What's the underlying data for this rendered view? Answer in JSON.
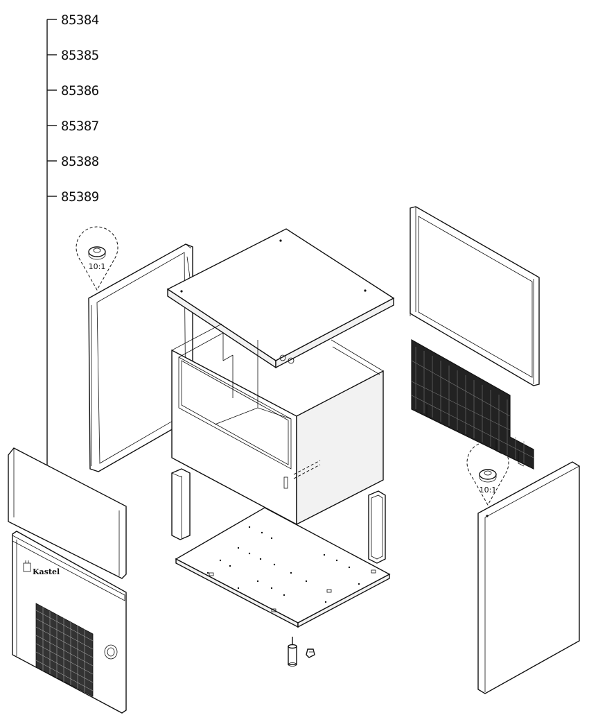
{
  "part_numbers": [
    "85384",
    "85385",
    "85386",
    "85387",
    "85388",
    "85389"
  ],
  "detail_callouts": [
    {
      "scale_label": "10:1",
      "icon": "washer-icon"
    },
    {
      "scale_label": "10:1",
      "icon": "washer-icon"
    }
  ],
  "front_panel": {
    "brand_text": "Kastel"
  }
}
